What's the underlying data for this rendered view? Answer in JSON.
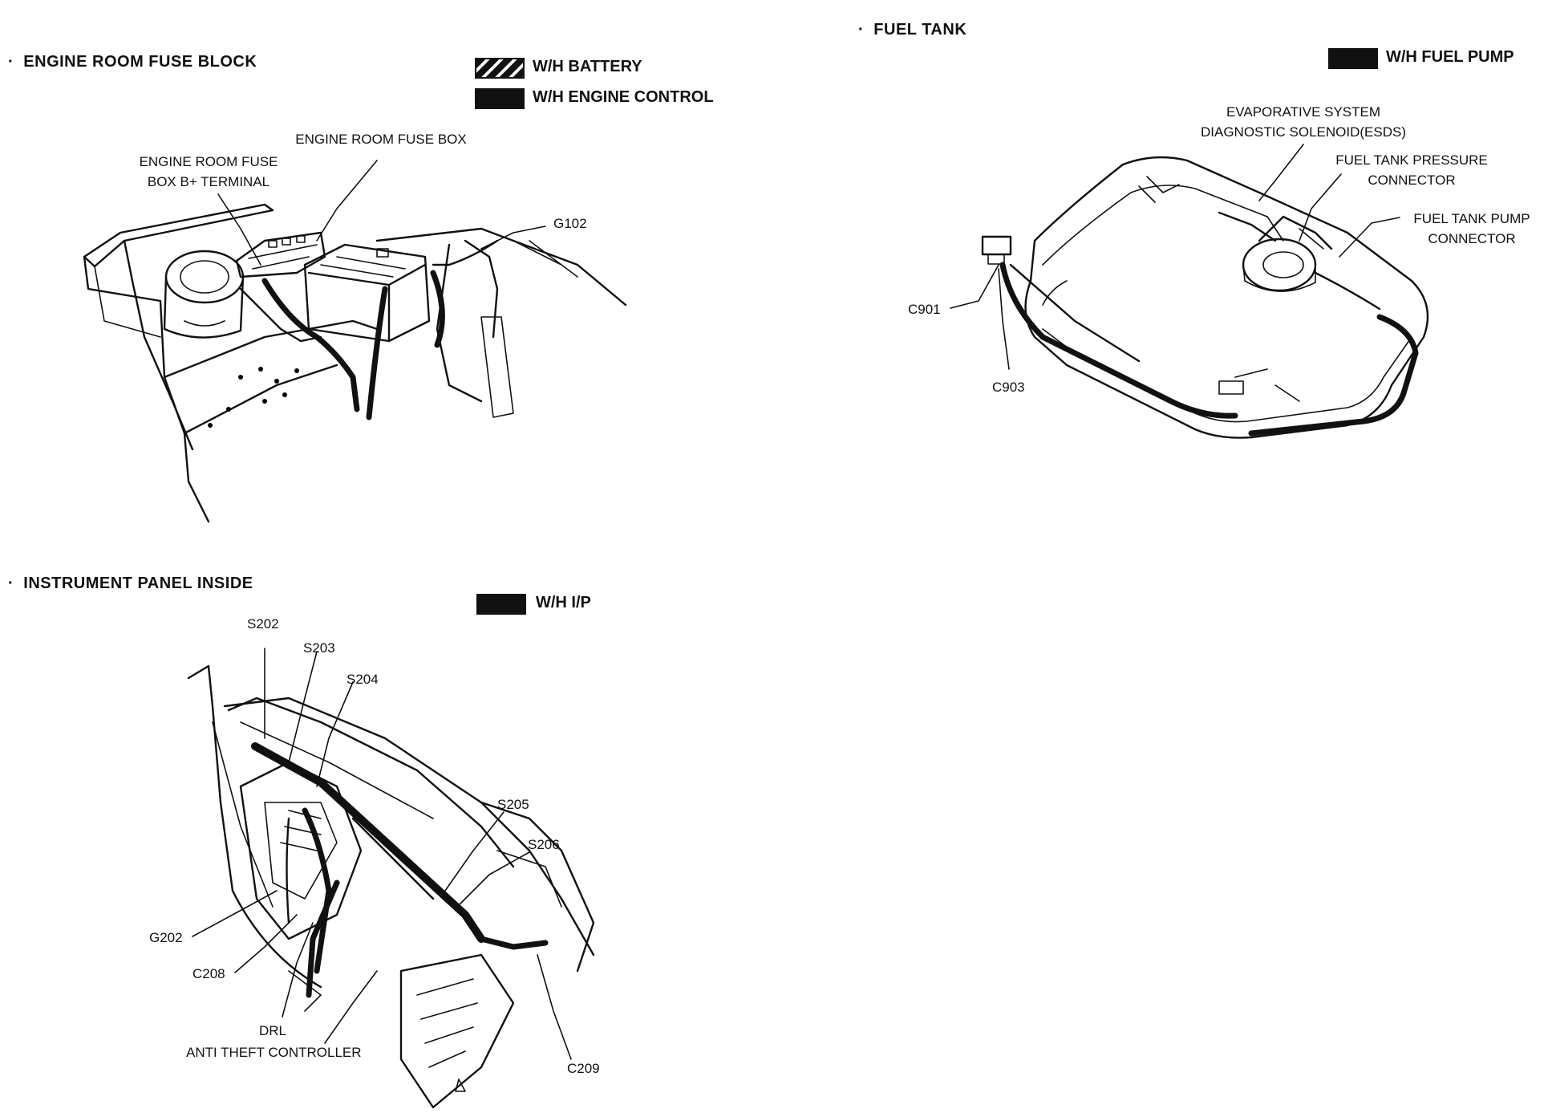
{
  "engine": {
    "title": "ENGINE ROOM FUSE BLOCK",
    "legend": [
      {
        "label": "W/H BATTERY",
        "swatch": "hatched"
      },
      {
        "label": "W/H ENGINE CONTROL",
        "swatch": "solid"
      }
    ],
    "callouts": {
      "fuse_box": "ENGINE ROOM FUSE BOX",
      "b_terminal_1": "ENGINE ROOM FUSE",
      "b_terminal_2": "BOX B+ TERMINAL",
      "g102": "G102"
    }
  },
  "fuel": {
    "title": "FUEL TANK",
    "legend": [
      {
        "label": "W/H FUEL PUMP",
        "swatch": "solid"
      }
    ],
    "callouts": {
      "esds_1": "EVAPORATIVE SYSTEM",
      "esds_2": "DIAGNOSTIC SOLENOID(ESDS)",
      "pressure_1": "FUEL TANK PRESSURE",
      "pressure_2": "CONNECTOR",
      "pump_1": "FUEL TANK PUMP",
      "pump_2": "CONNECTOR",
      "c901": "C901",
      "c903": "C903"
    }
  },
  "panel": {
    "title": "INSTRUMENT PANEL INSIDE",
    "legend": [
      {
        "label": "W/H I/P",
        "swatch": "solid"
      }
    ],
    "callouts": {
      "s202": "S202",
      "s203": "S203",
      "s204": "S204",
      "s205": "S205",
      "s206": "S206",
      "g202": "G202",
      "c208": "C208",
      "drl": "DRL",
      "anti_theft": "ANTI THEFT CONTROLLER",
      "c209": "C209"
    }
  },
  "colors": {
    "ink": "#111111",
    "paper": "#ffffff"
  }
}
